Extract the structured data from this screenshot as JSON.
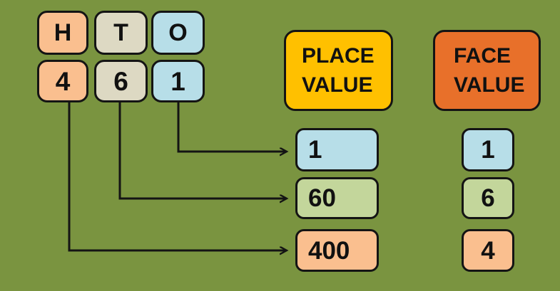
{
  "colors": {
    "background": "#7A9440",
    "peach": "#FABF8F",
    "tan": "#DDD9C3",
    "blue": "#B7DEE8",
    "green": "#C3D69B",
    "gold": "#FFC000",
    "orange": "#E8702A",
    "outline": "#141414"
  },
  "digit_grid": {
    "columns": [
      {
        "label": "H",
        "digit": "4",
        "color": "#FABF8F"
      },
      {
        "label": "T",
        "digit": "6",
        "color": "#DDD9C3"
      },
      {
        "label": "O",
        "digit": "1",
        "color": "#B7DEE8"
      }
    ]
  },
  "place_value": {
    "header_line1": "PLACE",
    "header_line2": "VALUE",
    "header_color": "#FFC000",
    "items": [
      {
        "value": "1",
        "color": "#B7DEE8"
      },
      {
        "value": "60",
        "color": "#C3D69B"
      },
      {
        "value": "400",
        "color": "#FABF8F"
      }
    ]
  },
  "face_value": {
    "header_line1": "FACE",
    "header_line2": "VALUE",
    "header_color": "#E8702A",
    "items": [
      {
        "value": "1",
        "color": "#B7DEE8"
      },
      {
        "value": "6",
        "color": "#C3D69B"
      },
      {
        "value": "4",
        "color": "#FABF8F"
      }
    ]
  }
}
